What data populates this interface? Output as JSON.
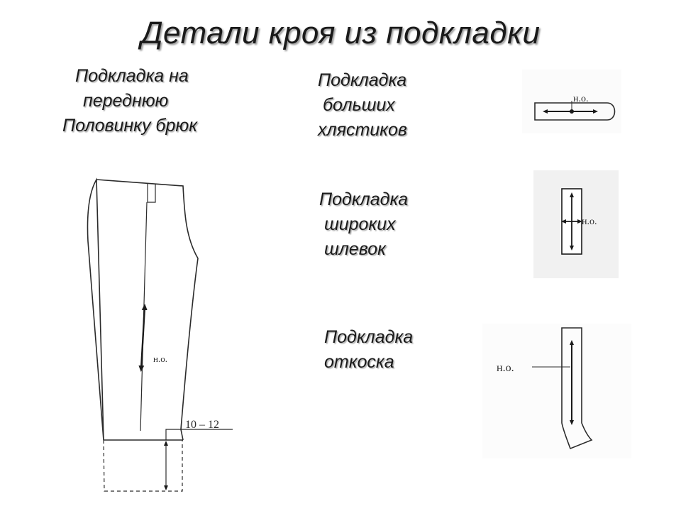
{
  "title": "Детали кроя из подкладки",
  "front_half": {
    "label_lines": [
      "Подкладка на",
      " переднюю",
      "Половинку брюк"
    ],
    "grain_mark": "н.о.",
    "hem_allowance": "10 – 12"
  },
  "big_tabs": {
    "label_lines": [
      "Подкладка",
      " больших",
      "хлястиков"
    ],
    "grain_mark": "н.о."
  },
  "wide_loops": {
    "label_lines": [
      "Подкладка",
      " широких",
      " шлевок"
    ],
    "grain_mark": "н.о."
  },
  "fly": {
    "label_lines": [
      "Подкладка",
      "откоска"
    ],
    "grain_mark": "н.о."
  }
}
